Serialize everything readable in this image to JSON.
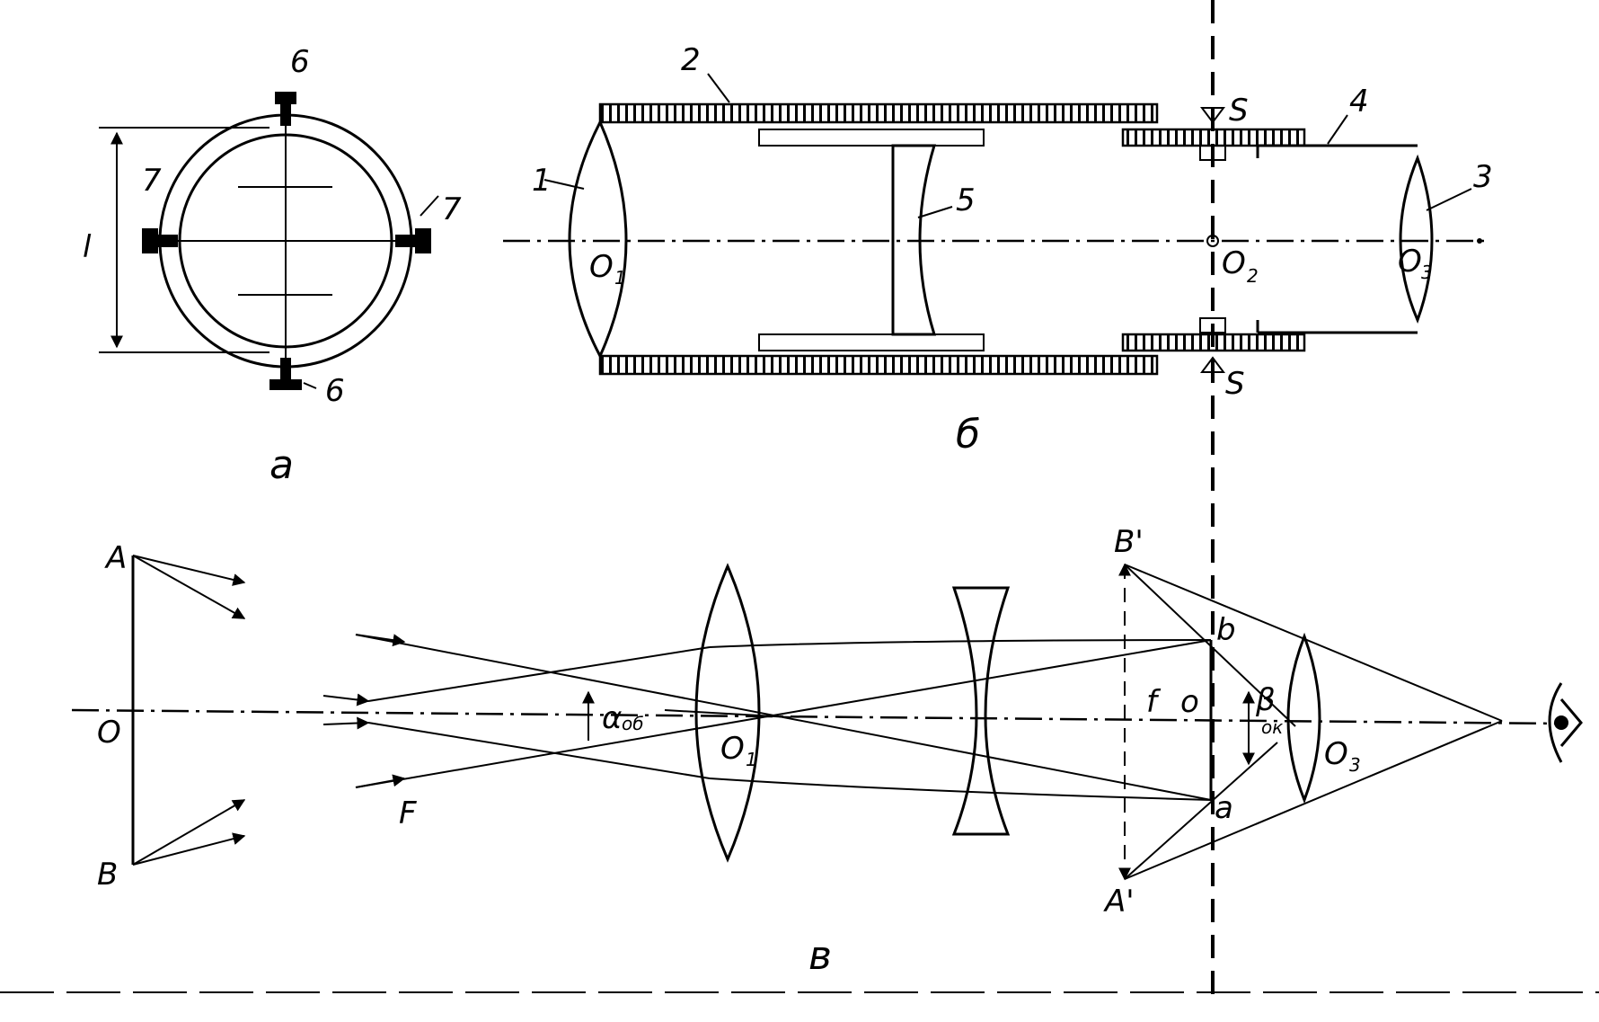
{
  "panels": {
    "a": {
      "caption": "а",
      "labels": {
        "screw_top": "6",
        "screw_bottom": "6",
        "screw_left": "7",
        "screw_right": "7",
        "dimension": "l"
      }
    },
    "b": {
      "caption": "б",
      "labels": {
        "objective_num": "1",
        "tube_num": "2",
        "eyepiece_num": "3",
        "draw_tube_num": "4",
        "negative_lens_num": "5",
        "o1": "O",
        "o1_sub": "1",
        "o2": "O",
        "o2_sub": "2",
        "o3": "O",
        "o3_sub": "3",
        "s_top": "S",
        "s_bottom": "S"
      }
    },
    "v": {
      "caption": "в",
      "labels": {
        "A": "A",
        "B": "B",
        "O": "O",
        "F": "F",
        "alpha": "α",
        "alpha_sub": "об",
        "o1": "O",
        "o1_sub": "1",
        "f": "f",
        "o": "o",
        "beta": "β",
        "beta_sub": "ок",
        "o3": "O",
        "o3_sub": "3",
        "B_prime": "B'",
        "A_prime": "A'",
        "b": "b",
        "a": "a"
      }
    }
  }
}
